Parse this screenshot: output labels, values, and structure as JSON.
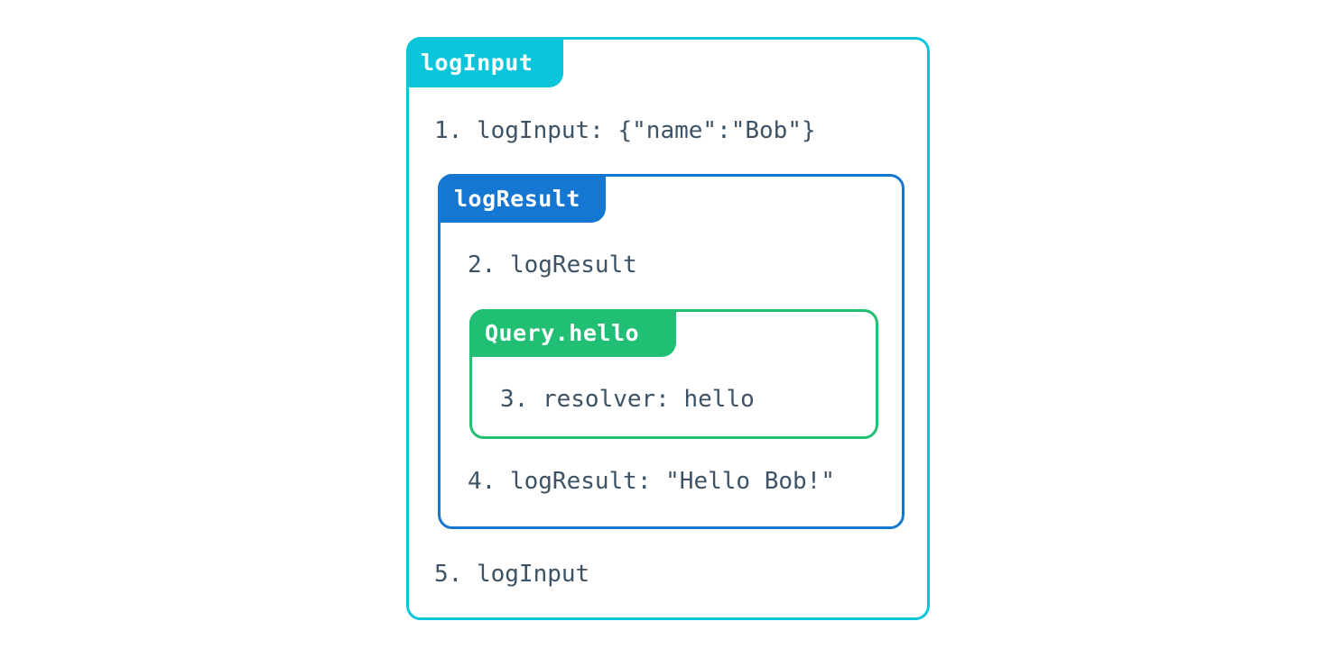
{
  "diagram": {
    "title": "logInput",
    "background_color": "#ffffff",
    "text_color": "#3d5365",
    "levels": [
      {
        "id": "loginput",
        "tab_label": "logInput",
        "color": "#0bc5db",
        "lines": [
          {
            "id": "line-1",
            "number": "1.",
            "text": "1. logInput: {\"name\":\"Bob\"}"
          },
          {
            "id": "line-5",
            "number": "5.",
            "text": "5. logInput"
          }
        ]
      },
      {
        "id": "logresult",
        "tab_label": "logResult",
        "color": "#1677d2",
        "lines": [
          {
            "id": "line-2",
            "number": "2.",
            "text": "2. logResult"
          },
          {
            "id": "line-4",
            "number": "4.",
            "text": "4. logResult: \"Hello Bob!\""
          }
        ]
      },
      {
        "id": "queryhello",
        "tab_label": "Query.hello",
        "color": "#21bf73",
        "lines": [
          {
            "id": "line-3",
            "number": "3.",
            "text": "3. resolver: hello"
          }
        ]
      }
    ]
  }
}
